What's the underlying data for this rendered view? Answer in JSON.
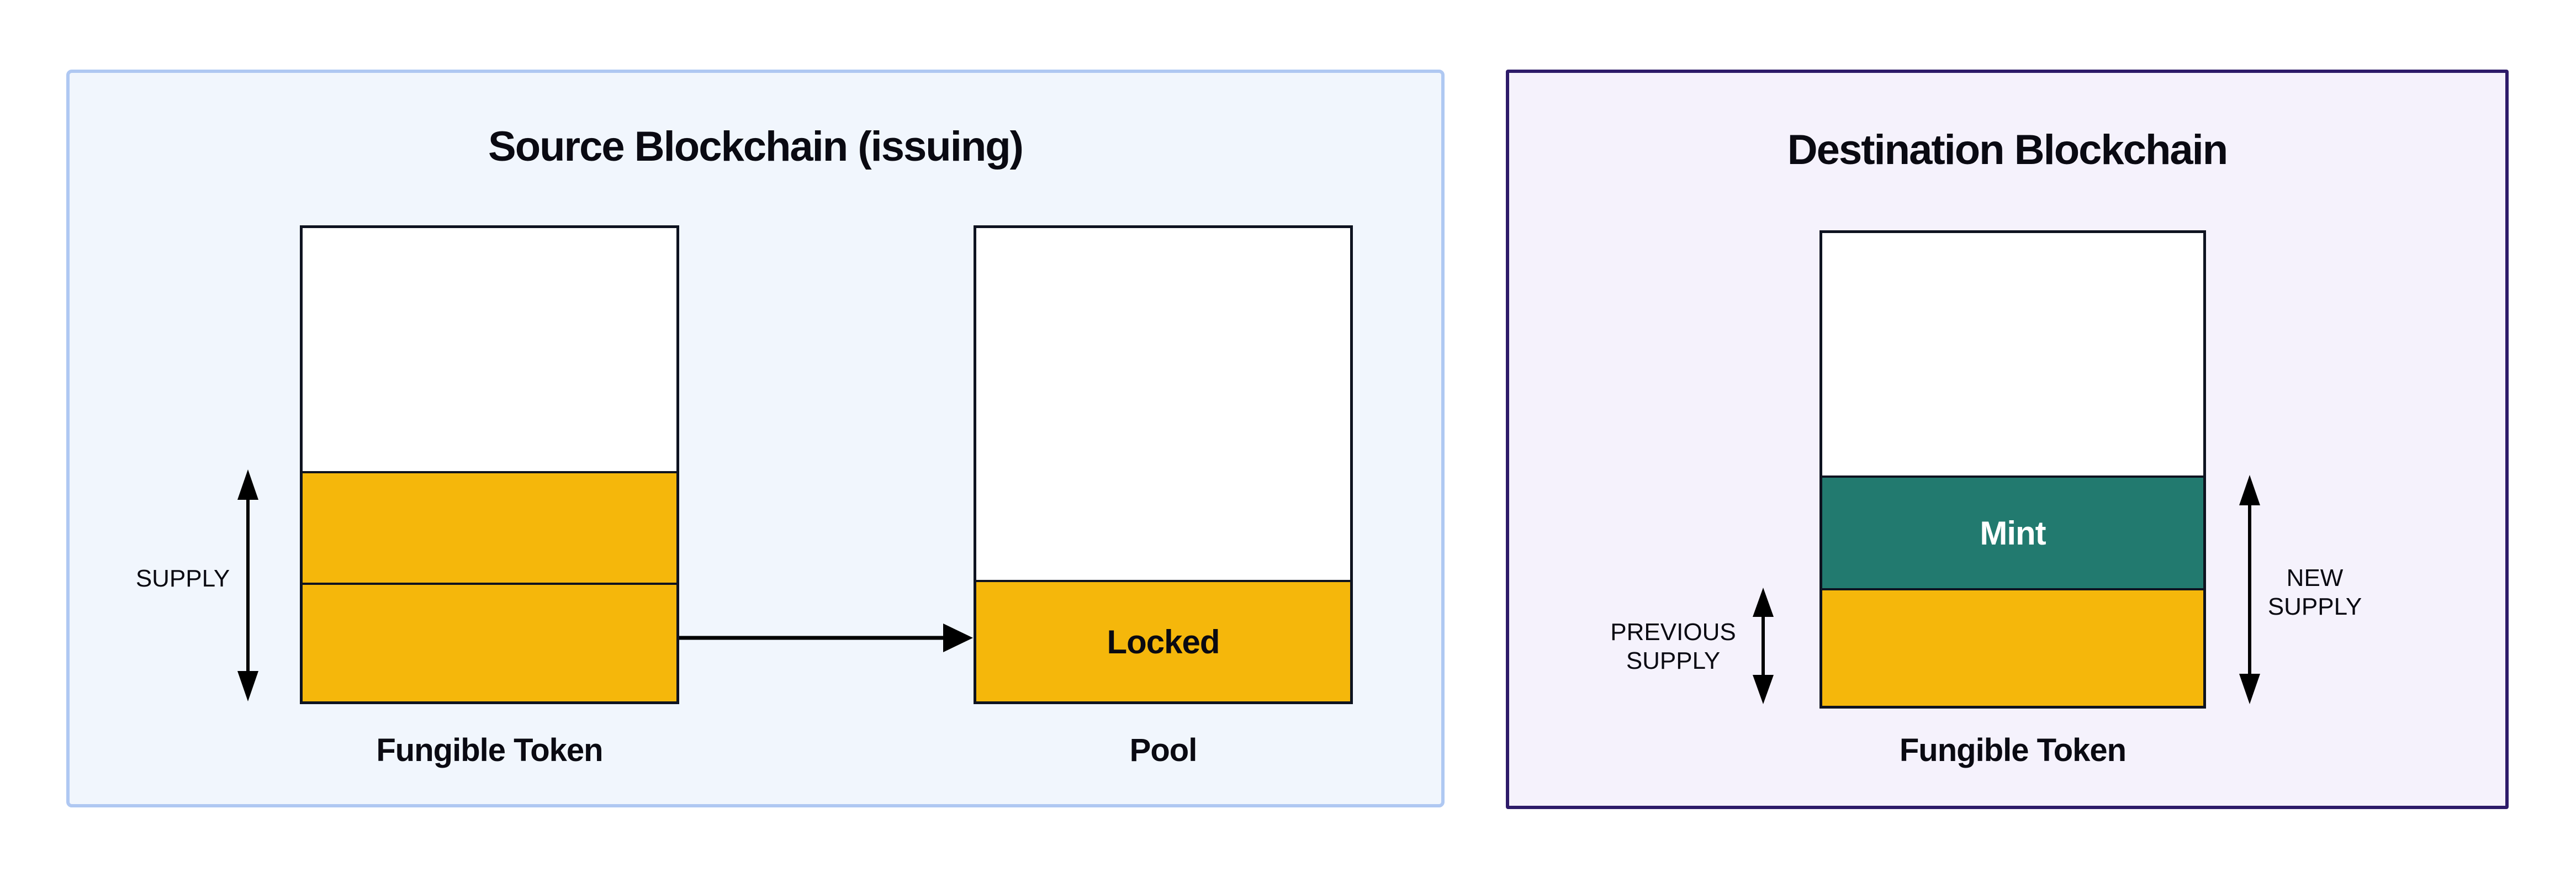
{
  "colors": {
    "canvas_bg": "#FFFFFF",
    "source_panel_bg": "#F1F6FD",
    "source_panel_border": "#AFC8F2",
    "dest_panel_bg": "#F5F2FC",
    "dest_panel_border": "#2D1B69",
    "token_yellow": "#F5B70B",
    "mint_teal": "#227A6F",
    "box_border": "#0E1320",
    "arrow_black": "#000000",
    "text_dark": "#0A0A12",
    "mint_text": "#FFFFFF"
  },
  "source_panel": {
    "title": "Source Blockchain (issuing)",
    "supply_label": "SUPPLY",
    "fungible_token_label": "Fungible Token",
    "locked_label": "Locked",
    "pool_label": "Pool"
  },
  "destination_panel": {
    "title": "Destination Blockchain",
    "previous_supply_lines": [
      "PREVIOUS",
      "SUPPLY"
    ],
    "new_supply_lines": [
      "NEW",
      "SUPPLY"
    ],
    "mint_label": "Mint",
    "fungible_token_label": "Fungible Token"
  }
}
